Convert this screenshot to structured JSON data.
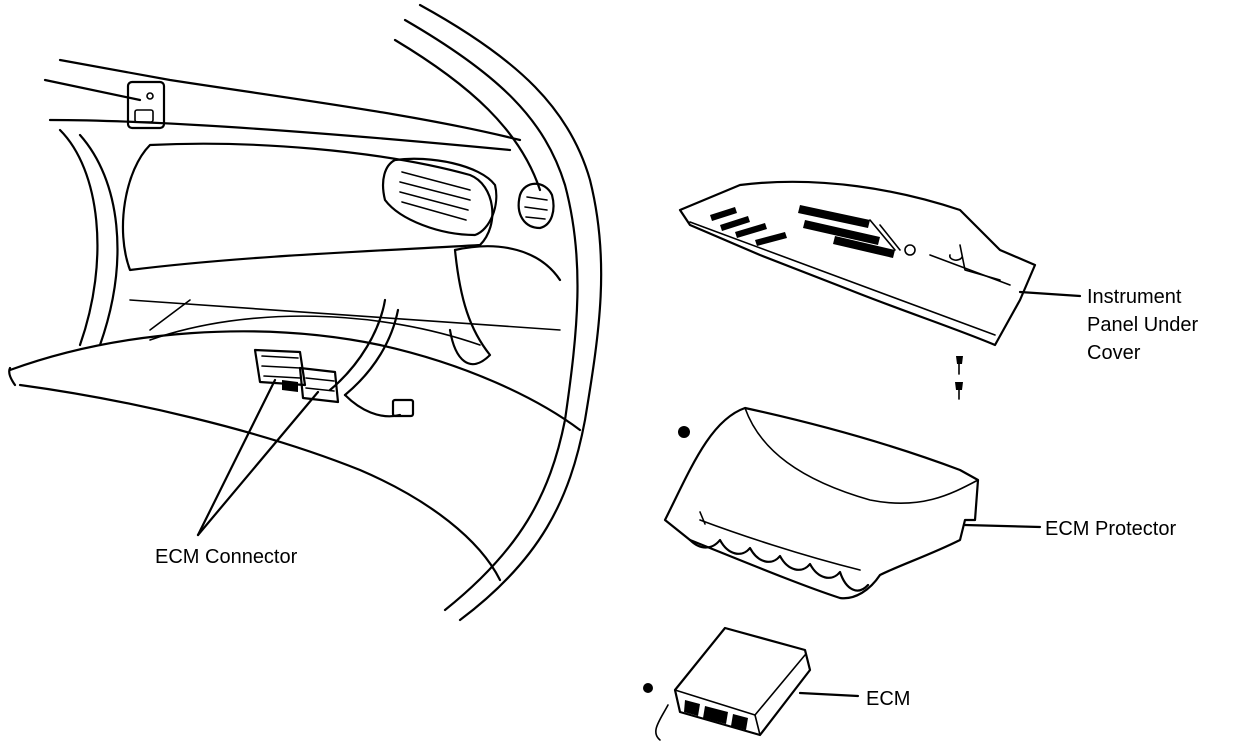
{
  "labels": {
    "instrument_panel_under_cover": [
      "Instrument",
      "Panel Under",
      "Cover"
    ],
    "ecm_protector": "ECM Protector",
    "ecm": "ECM",
    "ecm_connector": "ECM Connector"
  }
}
